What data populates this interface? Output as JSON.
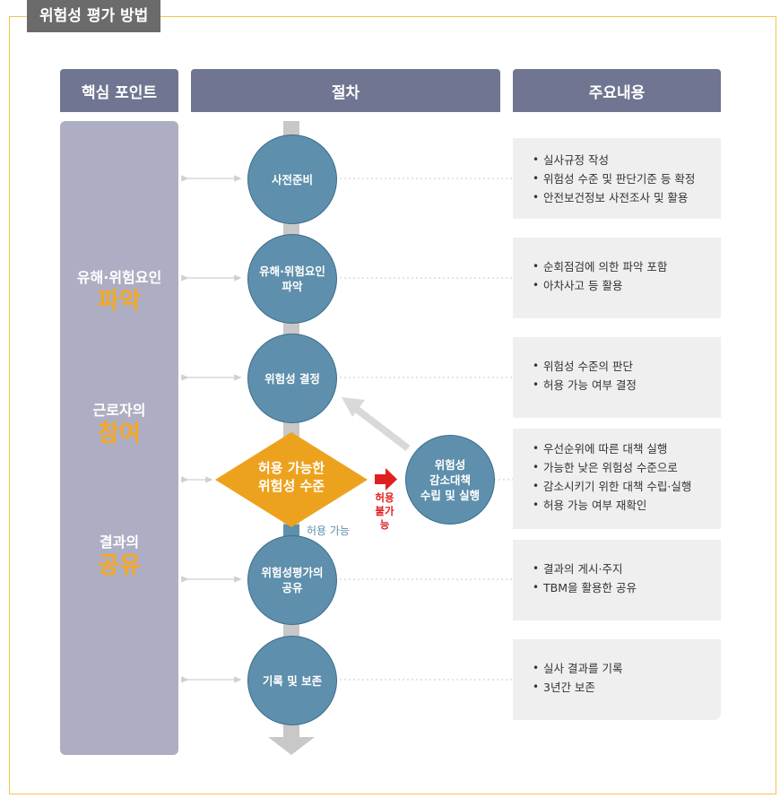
{
  "title": "위험성 평가 방법",
  "headers": {
    "key_points": "핵심 포인트",
    "procedure": "절차",
    "main_content": "주요내용"
  },
  "key_points": [
    {
      "small": "유해·위험요인",
      "big": "파악"
    },
    {
      "small": "근로자의",
      "big": "참여"
    },
    {
      "small": "결과의",
      "big": "공유"
    }
  ],
  "steps": [
    {
      "label_lines": [
        "사전준비"
      ],
      "items": [
        "실사규정 작성",
        "위험성 수준 및 판단기준 등 확정",
        "안전보건정보 사전조사 및 활용"
      ]
    },
    {
      "label_lines": [
        "유해·위험요인",
        "파악"
      ],
      "items": [
        "순회점검에 의한 파악 포함",
        "아차사고 등 활용"
      ]
    },
    {
      "label_lines": [
        "위험성 결정"
      ],
      "items": [
        "위험성 수준의 판단",
        "허용 가능 여부 결정"
      ]
    },
    {
      "label_lines": [
        "허용 가능한",
        "위험성 수준"
      ],
      "items": [
        "우선순위에 따른 대책 실행",
        "가능한 낮은 위험성 수준으로",
        "감소시키기 위한 대책 수립·실행",
        "허용 가능 여부 재확인"
      ]
    },
    {
      "label_lines": [
        "위험성평가의",
        "공유"
      ],
      "items": [
        "결과의 게시·주지",
        "TBM을 활용한 공유"
      ]
    },
    {
      "label_lines": [
        "기록 및 보존"
      ],
      "items": [
        "실사 결과를 기록",
        "3년간 보존"
      ]
    }
  ],
  "reduction": {
    "label_lines": [
      "위험성",
      "감소대책",
      "수립 및 실행"
    ]
  },
  "branch": {
    "not_acceptable": [
      "허용",
      "불가능"
    ],
    "acceptable": "허용 가능"
  },
  "colors": {
    "header": "#707591",
    "left_column": "#adaec3",
    "accent_orange": "#f5a623",
    "circle_blue": "#5e8fac",
    "diamond": "#eda21e",
    "red_arrow": "#e02020",
    "frame": "#f2c54d"
  }
}
